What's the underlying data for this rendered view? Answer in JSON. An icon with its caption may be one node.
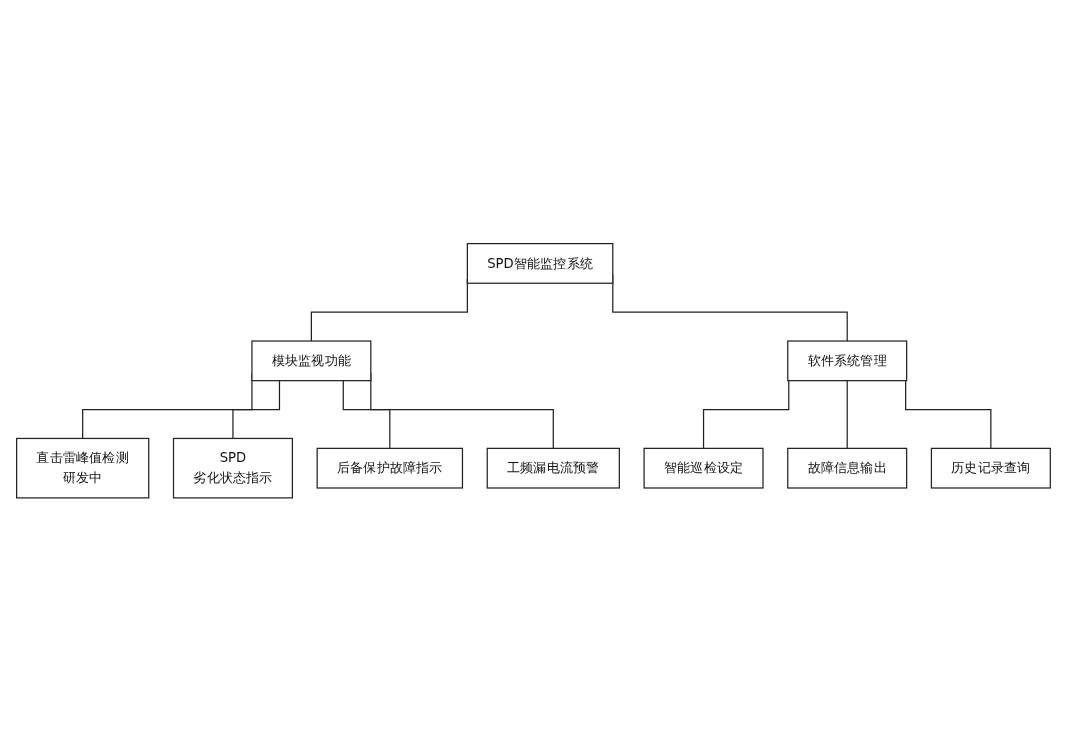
{
  "diagram": {
    "nodes": [
      {
        "text": [
          "SPD智能监控系统"
        ]
      },
      {
        "text": [
          "模块监视功能"
        ]
      },
      {
        "text": [
          "软件系统管理"
        ]
      },
      {
        "text": [
          "直击雷峰值检测",
          "研发中"
        ]
      },
      {
        "text": [
          "SPD",
          "劣化状态指示"
        ]
      },
      {
        "text": [
          "后备保护故障指示"
        ]
      },
      {
        "text": [
          "工频漏电流预警"
        ]
      },
      {
        "text": [
          "智能巡检设定"
        ]
      },
      {
        "text": [
          "故障信息输出"
        ]
      },
      {
        "text": [
          "历史记录查询"
        ]
      }
    ],
    "edges": [
      {
        "from": 0,
        "to": 1,
        "arrow": "none"
      },
      {
        "from": 0,
        "to": 2,
        "arrow": "none"
      },
      {
        "from": 1,
        "to": 3,
        "arrow": "none"
      },
      {
        "from": 1,
        "to": 4,
        "arrow": "none"
      },
      {
        "from": 1,
        "to": 5,
        "arrow": "none"
      },
      {
        "from": 1,
        "to": 6,
        "arrow": "none"
      },
      {
        "from": 2,
        "to": 7,
        "arrow": "none"
      },
      {
        "from": 2,
        "to": 8,
        "arrow": "none"
      },
      {
        "from": 2,
        "to": 9,
        "arrow": "none"
      }
    ]
  }
}
